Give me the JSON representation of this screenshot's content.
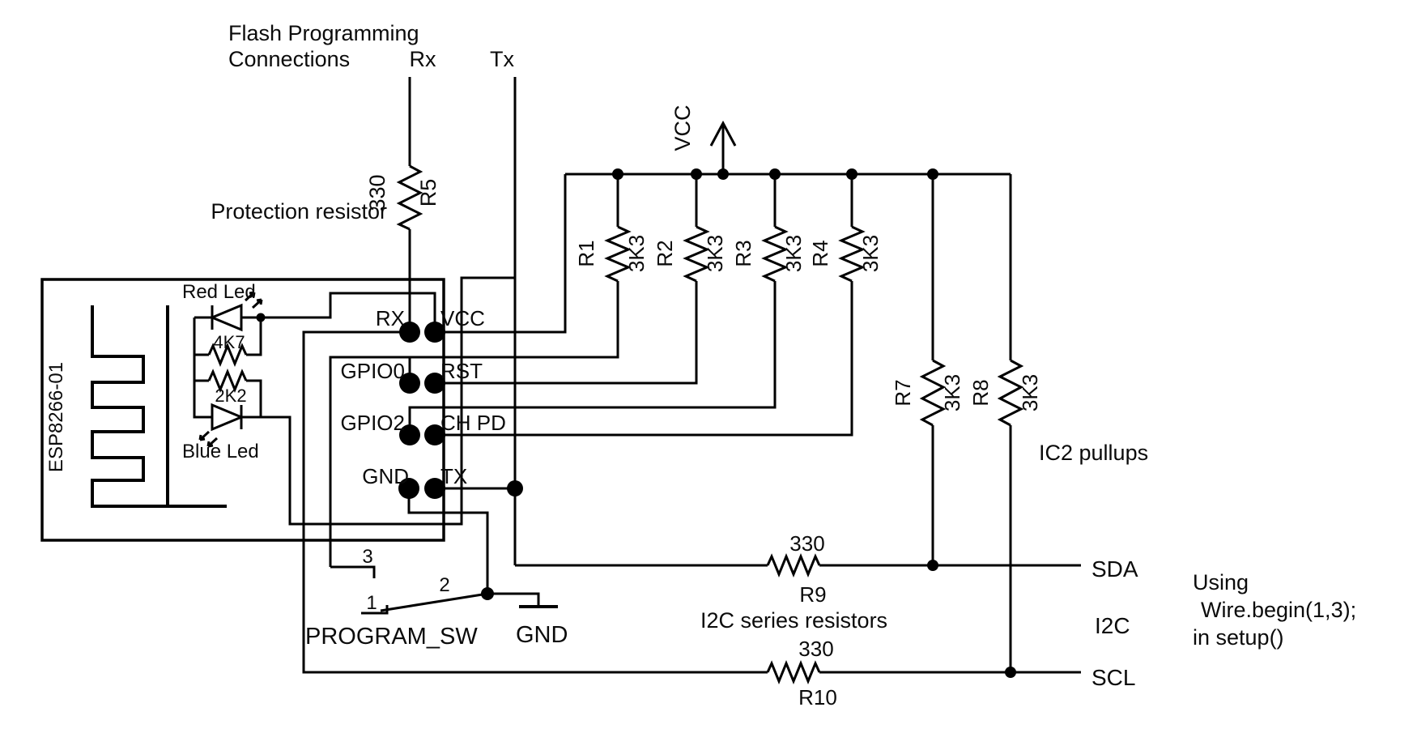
{
  "title": {
    "line1": "Flash Programming",
    "line2": "Connections"
  },
  "programming": {
    "rx": "Rx",
    "tx": "Tx"
  },
  "protection": {
    "label": "Protection resistor",
    "r5": {
      "ref": "R5",
      "value": "330"
    }
  },
  "power": {
    "vcc": "VCC"
  },
  "module": {
    "name": "ESP8266-01",
    "red_led": "Red Led",
    "blue_led": "Blue Led",
    "r_red": "4K7",
    "r_blue": "2K2",
    "pins": [
      [
        "RX",
        "VCC"
      ],
      [
        "GPIO0",
        "RST"
      ],
      [
        "GPIO2",
        "CH PD"
      ],
      [
        "GND",
        "TX"
      ]
    ]
  },
  "pullups": {
    "label": "IC2 pullups",
    "resistors": [
      {
        "ref": "R1",
        "value": "3K3"
      },
      {
        "ref": "R2",
        "value": "3K3"
      },
      {
        "ref": "R3",
        "value": "3K3"
      },
      {
        "ref": "R4",
        "value": "3K3"
      },
      {
        "ref": "R7",
        "value": "3K3"
      },
      {
        "ref": "R8",
        "value": "3K3"
      }
    ]
  },
  "i2c": {
    "label": "I2C",
    "series_label": "I2C series resistors",
    "sda": "SDA",
    "scl": "SCL",
    "r9": {
      "ref": "R9",
      "value": "330"
    },
    "r10": {
      "ref": "R10",
      "value": "330"
    }
  },
  "switch": {
    "name": "PROGRAM_SW",
    "gnd": "GND",
    "pins": [
      "1",
      "2",
      "3"
    ]
  },
  "note": {
    "line1": "Using",
    "line2": "Wire.begin(1,3);",
    "line3": "in setup()"
  },
  "colors": {
    "ink": "#000000",
    "paper": "#ffffff"
  }
}
